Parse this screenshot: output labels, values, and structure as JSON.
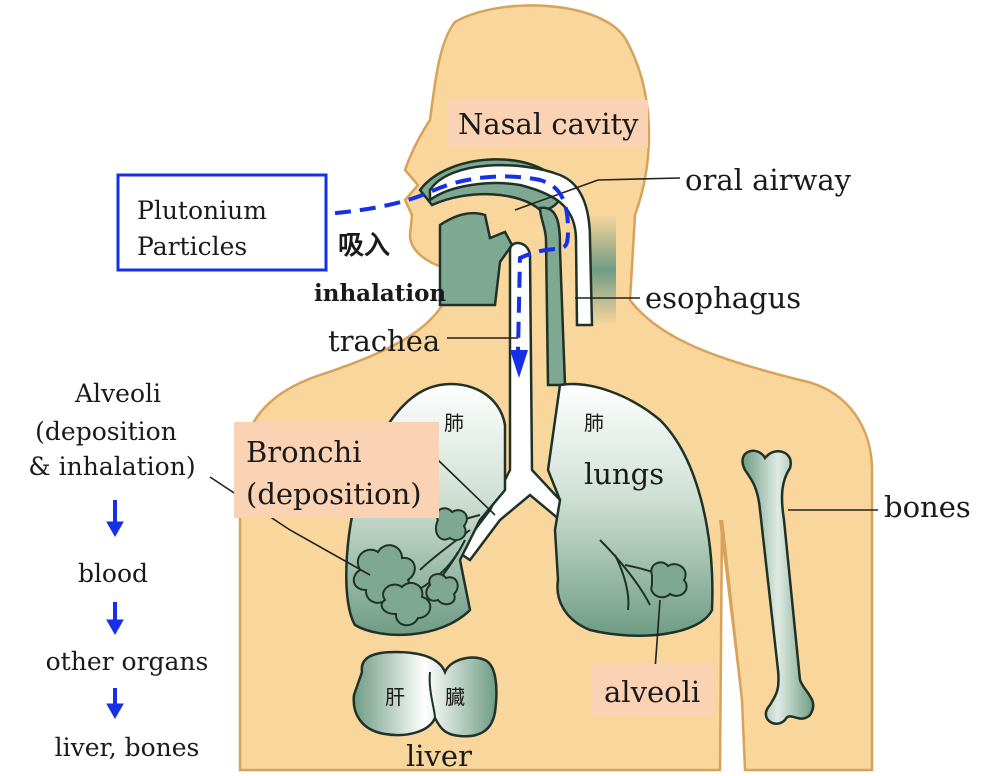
{
  "labels": {
    "nasal_cavity": "Nasal cavity",
    "oral_airway": "oral airway",
    "plutonium_line1": "Plutonium",
    "plutonium_line2": "Particles",
    "inhalation_jp": "吸入",
    "inhalation": "inhalation",
    "esophagus": "esophagus",
    "trachea": "trachea",
    "lung_jp_left": "肺",
    "lung_jp_right": "肺",
    "lungs": "lungs",
    "bronchi_line1": "Bronchi",
    "bronchi_line2": "(deposition)",
    "bones": "bones",
    "alveoli": "alveoli",
    "liver_jp_1": "肝",
    "liver_jp_2": "臓",
    "liver": "liver"
  },
  "pathway": {
    "step1_line1": "Alveoli",
    "step1_line2": "(deposition",
    "step1_line3": "& inhalation)",
    "step2": "blood",
    "step3": "other organs",
    "step4": "liver, bones"
  },
  "colors": {
    "skin": "#f8d69c",
    "organ": "#7ea892",
    "highlight_box": "#fad2b4",
    "arrow_blue": "#1530e6",
    "source_box_border": "#1530e6"
  }
}
